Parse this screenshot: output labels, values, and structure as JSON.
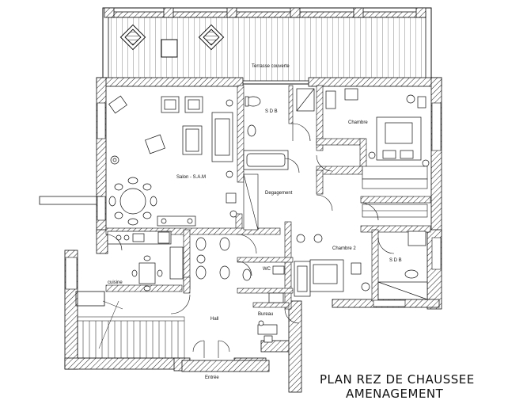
{
  "plan": {
    "rooms": {
      "terrasse": "Terrasse couverte",
      "sdb1": "S D B",
      "chambre": "Chambre",
      "salon": "Salon - S.A.M",
      "degagement": "Degagement",
      "chambre2": "Chambre 2",
      "sdb2": "S D B",
      "wc": "WC",
      "cuisine": "cuisine",
      "hall": "Hall",
      "bureau": "Bureau",
      "entree": "Entrée"
    },
    "title_line1": "PLAN REZ DE CHAUSSEE",
    "title_line2": "AMENAGEMENT"
  }
}
